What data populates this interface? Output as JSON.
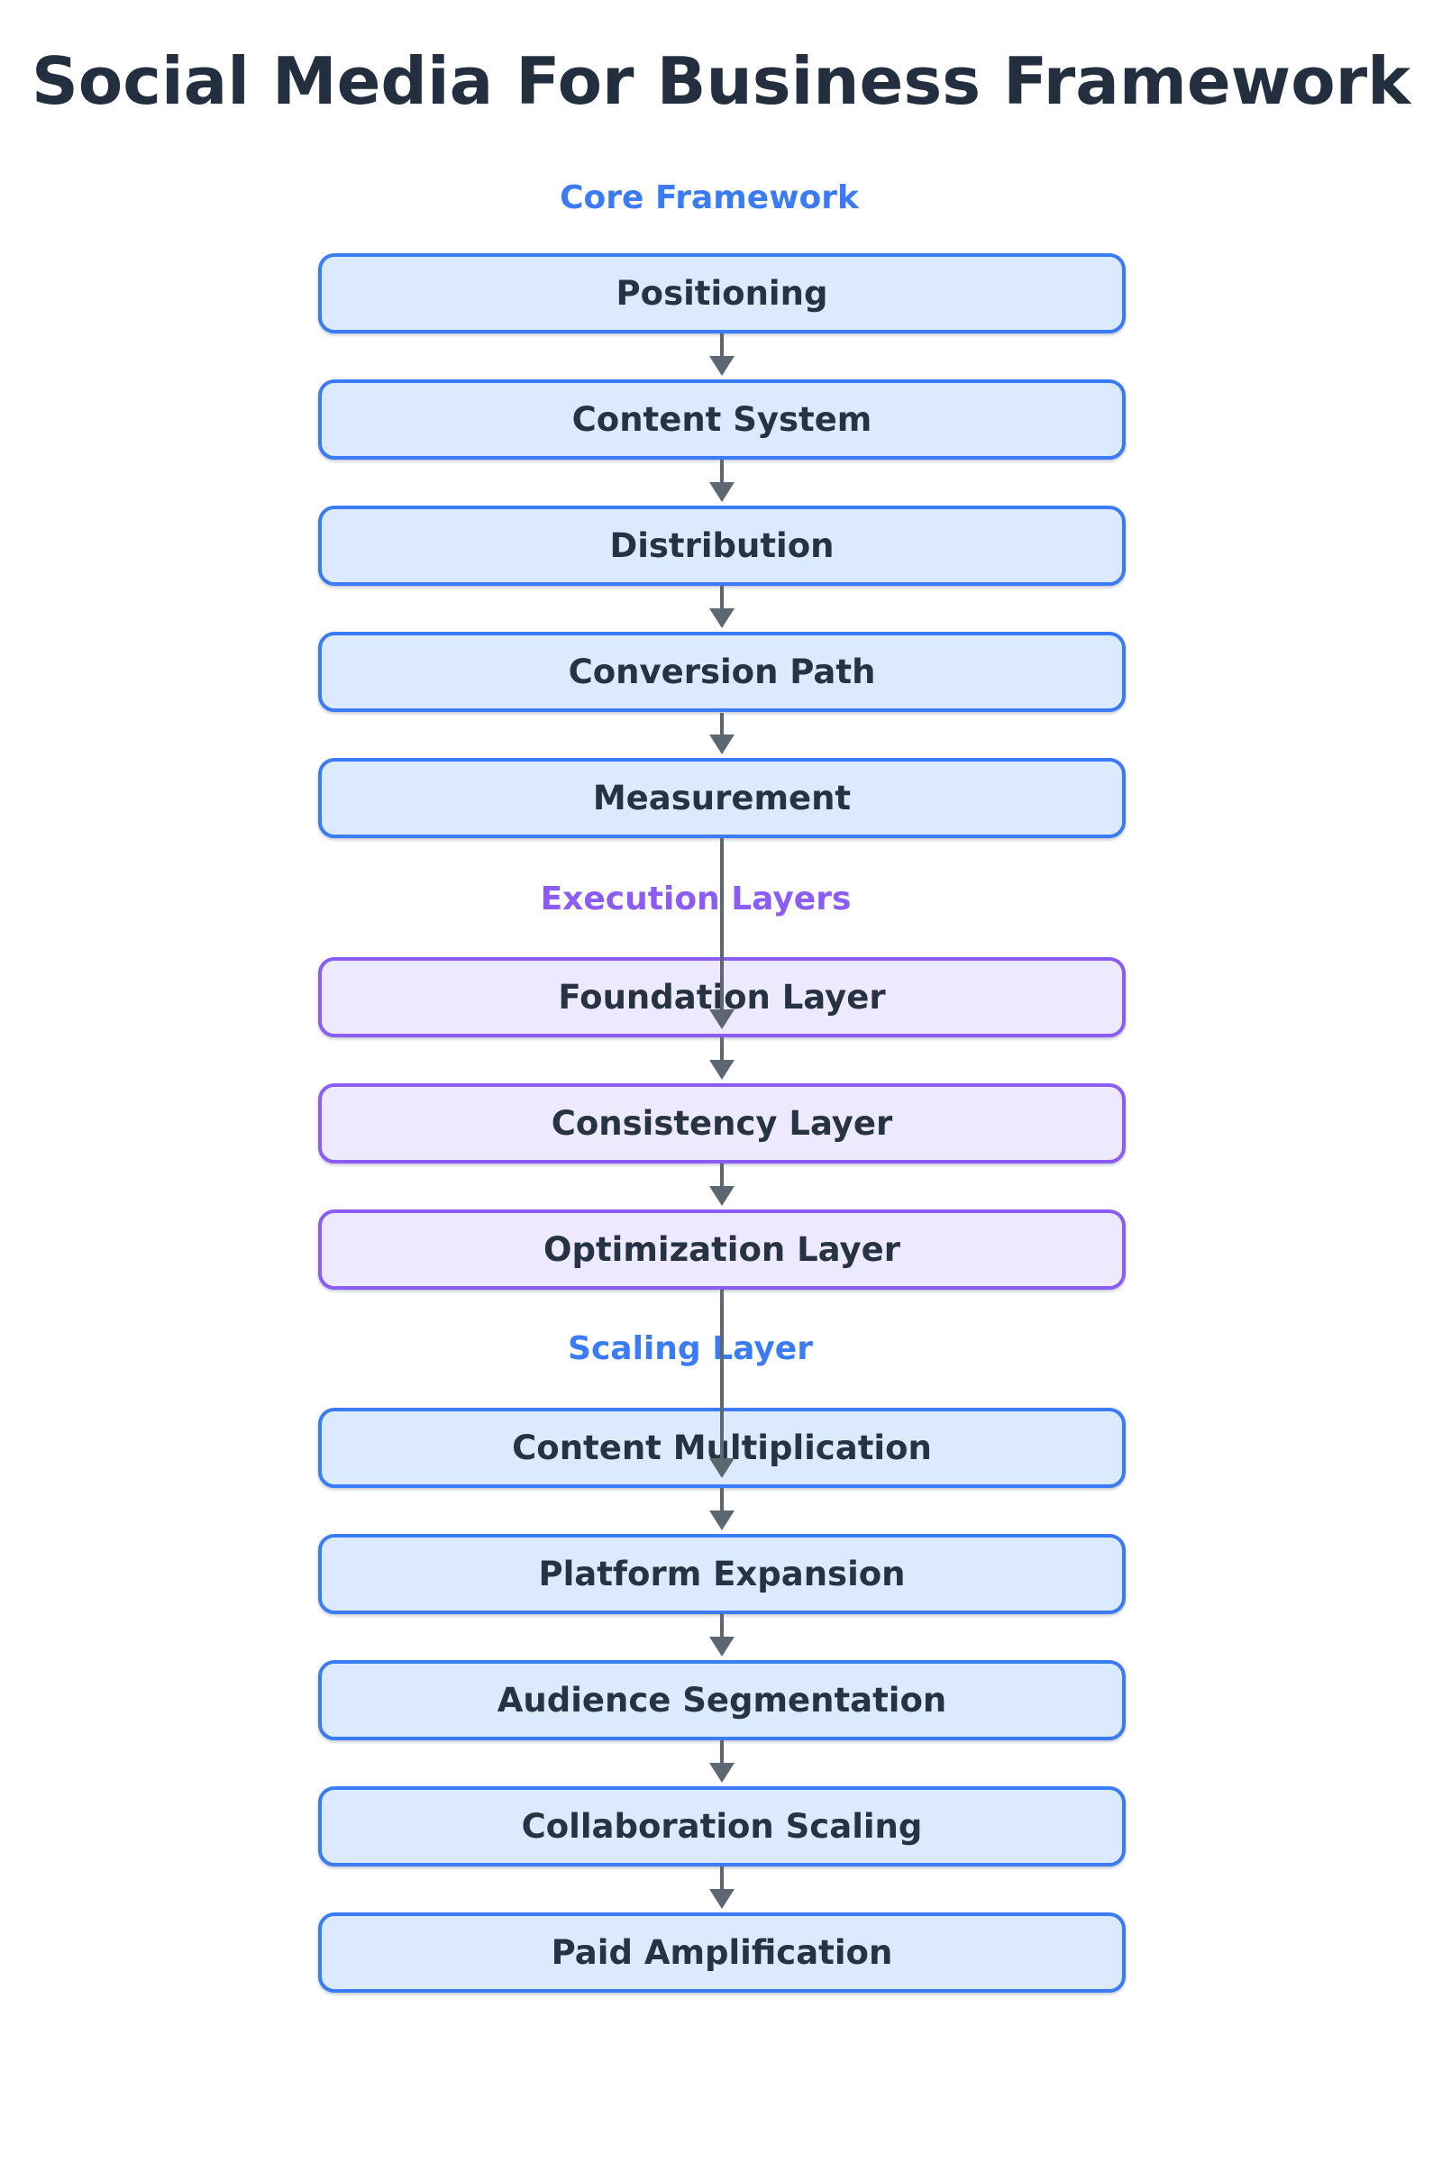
{
  "title": "Social Media For Business Framework",
  "sections": [
    {
      "label": "Core Framework",
      "accent_color": "#3b7cf6",
      "fill_color": "#dbeafe",
      "items": [
        "Positioning",
        "Content System",
        "Distribution",
        "Conversion Path",
        "Measurement"
      ]
    },
    {
      "label": "Execution Layers",
      "accent_color": "#8b5cf6",
      "fill_color": "#ede9fe",
      "items": [
        "Foundation Layer",
        "Consistency Layer",
        "Optimization Layer"
      ]
    },
    {
      "label": "Scaling Layer",
      "accent_color": "#3b7cf6",
      "fill_color": "#dbeafe",
      "items": [
        "Content Multiplication",
        "Platform Expansion",
        "Audience Segmentation",
        "Collaboration Scaling",
        "Paid Amplification"
      ]
    }
  ],
  "colors": {
    "title_text": "#232e3e",
    "node_text": "#273243",
    "blue_accent": "#3b7cf6",
    "blue_fill": "#dbeafe",
    "purple_accent": "#8b5cf6",
    "purple_fill": "#ede9fe",
    "arrow": "#5d6772",
    "background": "#ffffff"
  },
  "flow_order": [
    "Positioning",
    "Content System",
    "Distribution",
    "Conversion Path",
    "Measurement",
    "Foundation Layer",
    "Consistency Layer",
    "Optimization Layer",
    "Content Multiplication",
    "Platform Expansion",
    "Audience Segmentation",
    "Collaboration Scaling",
    "Paid Amplification"
  ]
}
